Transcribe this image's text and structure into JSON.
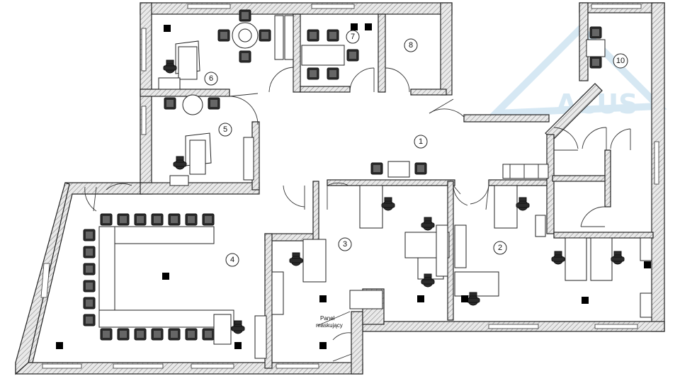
{
  "rooms": [
    {
      "id": "room-1",
      "label": "1"
    },
    {
      "id": "room-2",
      "label": "2"
    },
    {
      "id": "room-3",
      "label": "3"
    },
    {
      "id": "room-4",
      "label": "4"
    },
    {
      "id": "room-5",
      "label": "5"
    },
    {
      "id": "room-6",
      "label": "6"
    },
    {
      "id": "room-7",
      "label": "7"
    },
    {
      "id": "room-8",
      "label": "8"
    },
    {
      "id": "room-10",
      "label": "10"
    }
  ],
  "annotations": {
    "panel_line1": "Panel",
    "panel_line2": "maskujący"
  },
  "watermark": {
    "text": "ACUS",
    "color": "#cfe4f2"
  }
}
